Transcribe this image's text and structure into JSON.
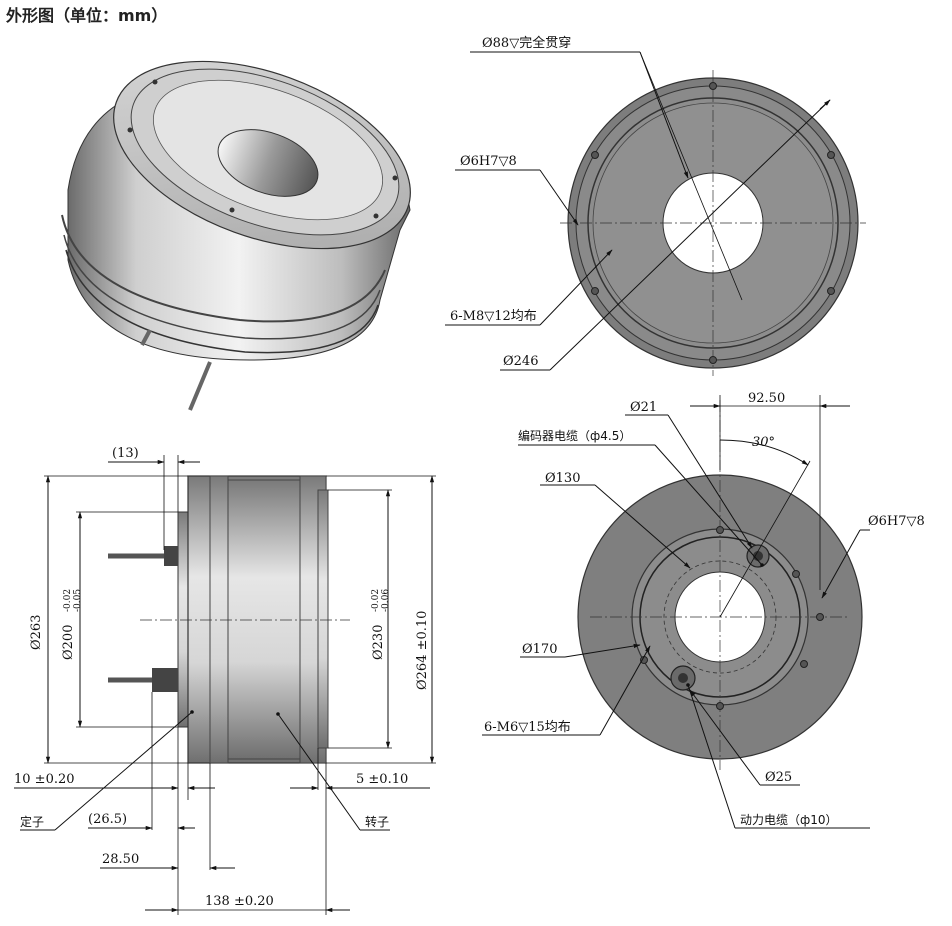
{
  "title": "外形图（单位：mm）",
  "front_view": {
    "through_bore": "Ø88▽完全贯穿",
    "pin_holes": "Ø6H7▽8",
    "mount_holes": "6-M8▽12均布",
    "pcd": "Ø246"
  },
  "side_view": {
    "dim_13": "(13)",
    "dim_263": "Ø263",
    "dim_200": "Ø200",
    "tol_200_up": "-0.02",
    "tol_200_low": "-0.05",
    "dim_230": "Ø230",
    "tol_230_up": "-0.02",
    "tol_230_low": "-0.06",
    "dim_264": "Ø264 ±0.10",
    "dim_10": "10 ±0.20",
    "dim_5": "5 ±0.10",
    "dim_26_5": "(26.5)",
    "dim_28_5": "28.50",
    "dim_138": "138 ±0.20",
    "stator": "定子",
    "rotor": "转子"
  },
  "rear_view": {
    "dim_21": "Ø21",
    "dim_92_5": "92.50",
    "encoder_cable": "编码器电缆（ф4.5）",
    "angle": "30°",
    "dim_130": "Ø130",
    "pin_holes": "Ø6H7▽8",
    "dim_170": "Ø170",
    "mount_holes": "6-M6▽15均布",
    "dim_25": "Ø25",
    "power_cable": "动力电缆（ф10）"
  }
}
